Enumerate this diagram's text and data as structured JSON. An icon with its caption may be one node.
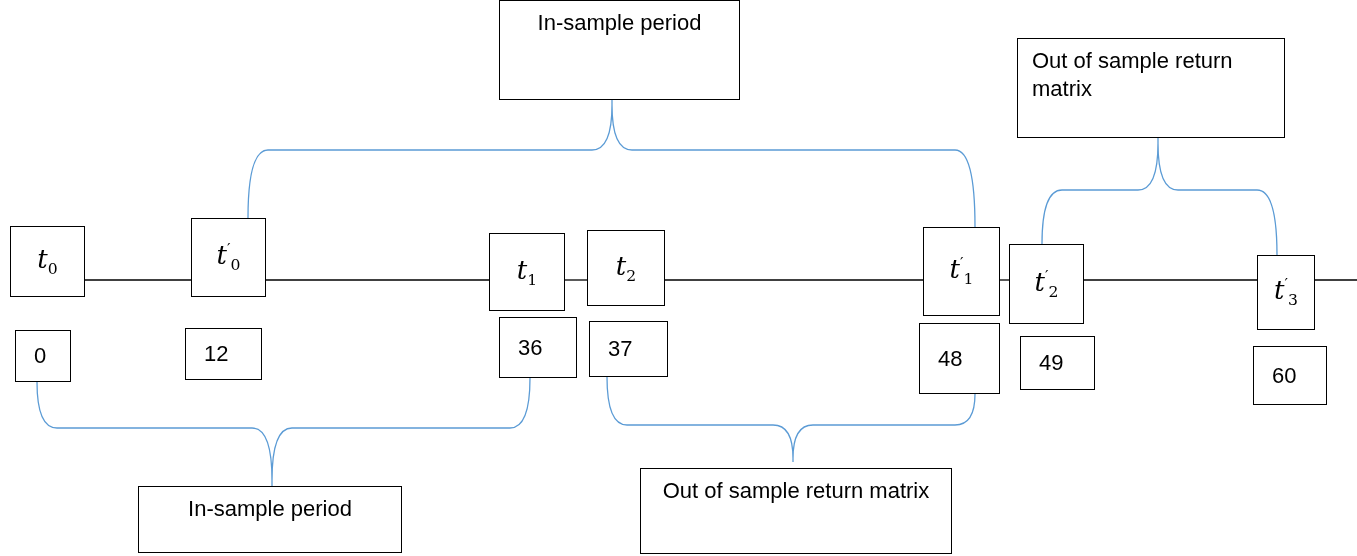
{
  "diagram": {
    "nodes": [
      {
        "text": [
          "In-sample period"
        ]
      },
      {
        "text": [
          "Out of sample return matrix"
        ]
      },
      {
        "text": [
          "t$_{0}$"
        ]
      },
      {
        "text": [
          "t$^{′}$$_{0}$"
        ]
      },
      {
        "text": [
          "t$_{1}$"
        ]
      },
      {
        "text": [
          "t$_{2}$"
        ]
      },
      {
        "text": [
          "t$^{′}$$_{1}$"
        ]
      },
      {
        "text": [
          "t$^{′}$$_{2}$"
        ]
      },
      {
        "text": [
          "t$^{′}$$_{3}$"
        ]
      },
      {
        "text": [
          "0"
        ]
      },
      {
        "text": [
          "12"
        ]
      },
      {
        "text": [
          "36"
        ]
      },
      {
        "text": [
          "37"
        ]
      },
      {
        "text": [
          "48"
        ]
      },
      {
        "text": [
          "49"
        ]
      },
      {
        "text": [
          "60"
        ]
      },
      {
        "text": [
          "In-sample period"
        ]
      },
      {
        "text": [
          "Out of sample return matrix"
        ]
      }
    ],
    "edges": [
      {
        "from": 2,
        "to": 3,
        "arrow": "none"
      },
      {
        "from": 3,
        "to": 4,
        "arrow": "none"
      },
      {
        "from": 4,
        "to": 5,
        "arrow": "none"
      },
      {
        "from": 5,
        "to": 6,
        "arrow": "none"
      },
      {
        "from": 6,
        "to": 7,
        "arrow": "none"
      },
      {
        "from": 7,
        "to": 8,
        "arrow": "none"
      },
      {
        "from": 8,
        "to": null,
        "arrow": "none"
      }
    ]
  }
}
